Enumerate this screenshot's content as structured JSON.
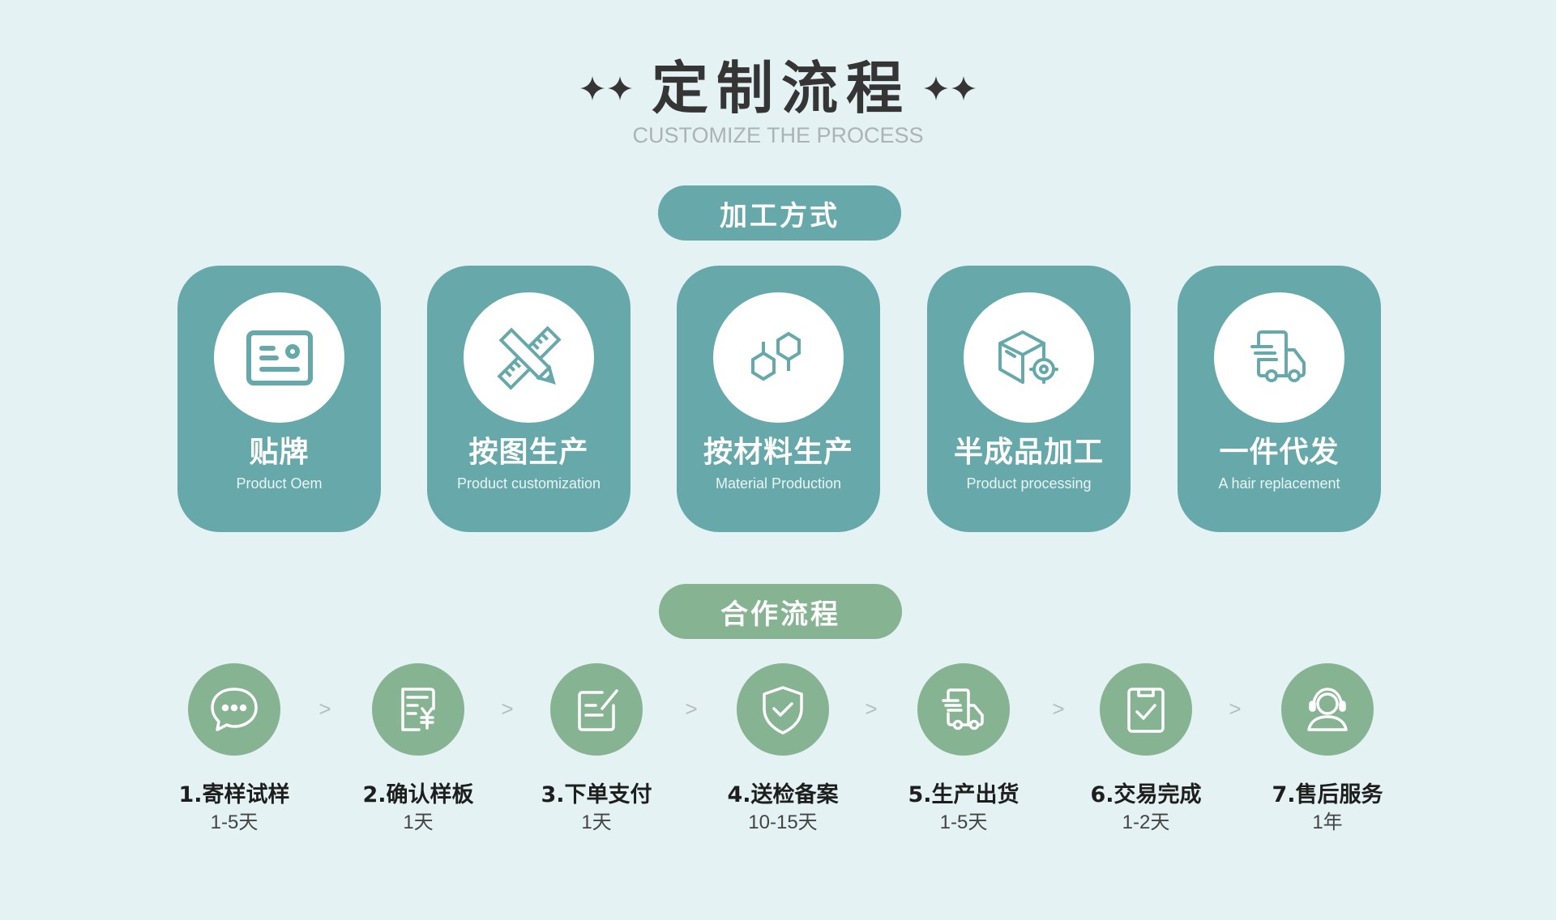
{
  "header": {
    "title": "定制流程",
    "subtitle": "CUSTOMIZE THE PROCESS",
    "decoration_icon": "sparkle-icon"
  },
  "colors": {
    "background": "#E4F2F3",
    "card_teal": "#67A8AB",
    "step_green": "#86B391",
    "title_dark": "#353535",
    "subtitle_gray": "#A9B4B5"
  },
  "processing": {
    "badge_label": "加工方式",
    "cards": [
      {
        "title": "贴牌",
        "subtitle": "Product Oem",
        "icon": "id-card-icon"
      },
      {
        "title": "按图生产",
        "subtitle": "Product customization",
        "icon": "ruler-pencil-icon"
      },
      {
        "title": "按材料生产",
        "subtitle": "Material Production",
        "icon": "molecule-icon"
      },
      {
        "title": "半成品加工",
        "subtitle": "Product processing",
        "icon": "box-gear-icon"
      },
      {
        "title": "一件代发",
        "subtitle": "A hair replacement",
        "icon": "delivery-truck-icon"
      }
    ]
  },
  "cooperation": {
    "badge_label": "合作流程",
    "separator": ">",
    "steps": [
      {
        "title": "1.寄样试样",
        "duration": "1-5天",
        "icon": "chat-bubble-icon"
      },
      {
        "title": "2.确认样板",
        "duration": "1天",
        "icon": "invoice-yen-icon"
      },
      {
        "title": "3.下单支付",
        "duration": "1天",
        "icon": "edit-note-icon"
      },
      {
        "title": "4.送检备案",
        "duration": "10-15天",
        "icon": "shield-check-icon"
      },
      {
        "title": "5.生产出货",
        "duration": "1-5天",
        "icon": "delivery-truck-icon"
      },
      {
        "title": "6.交易完成",
        "duration": "1-2天",
        "icon": "clipboard-check-icon"
      },
      {
        "title": "7.售后服务",
        "duration": "1年",
        "icon": "customer-service-icon"
      }
    ]
  }
}
